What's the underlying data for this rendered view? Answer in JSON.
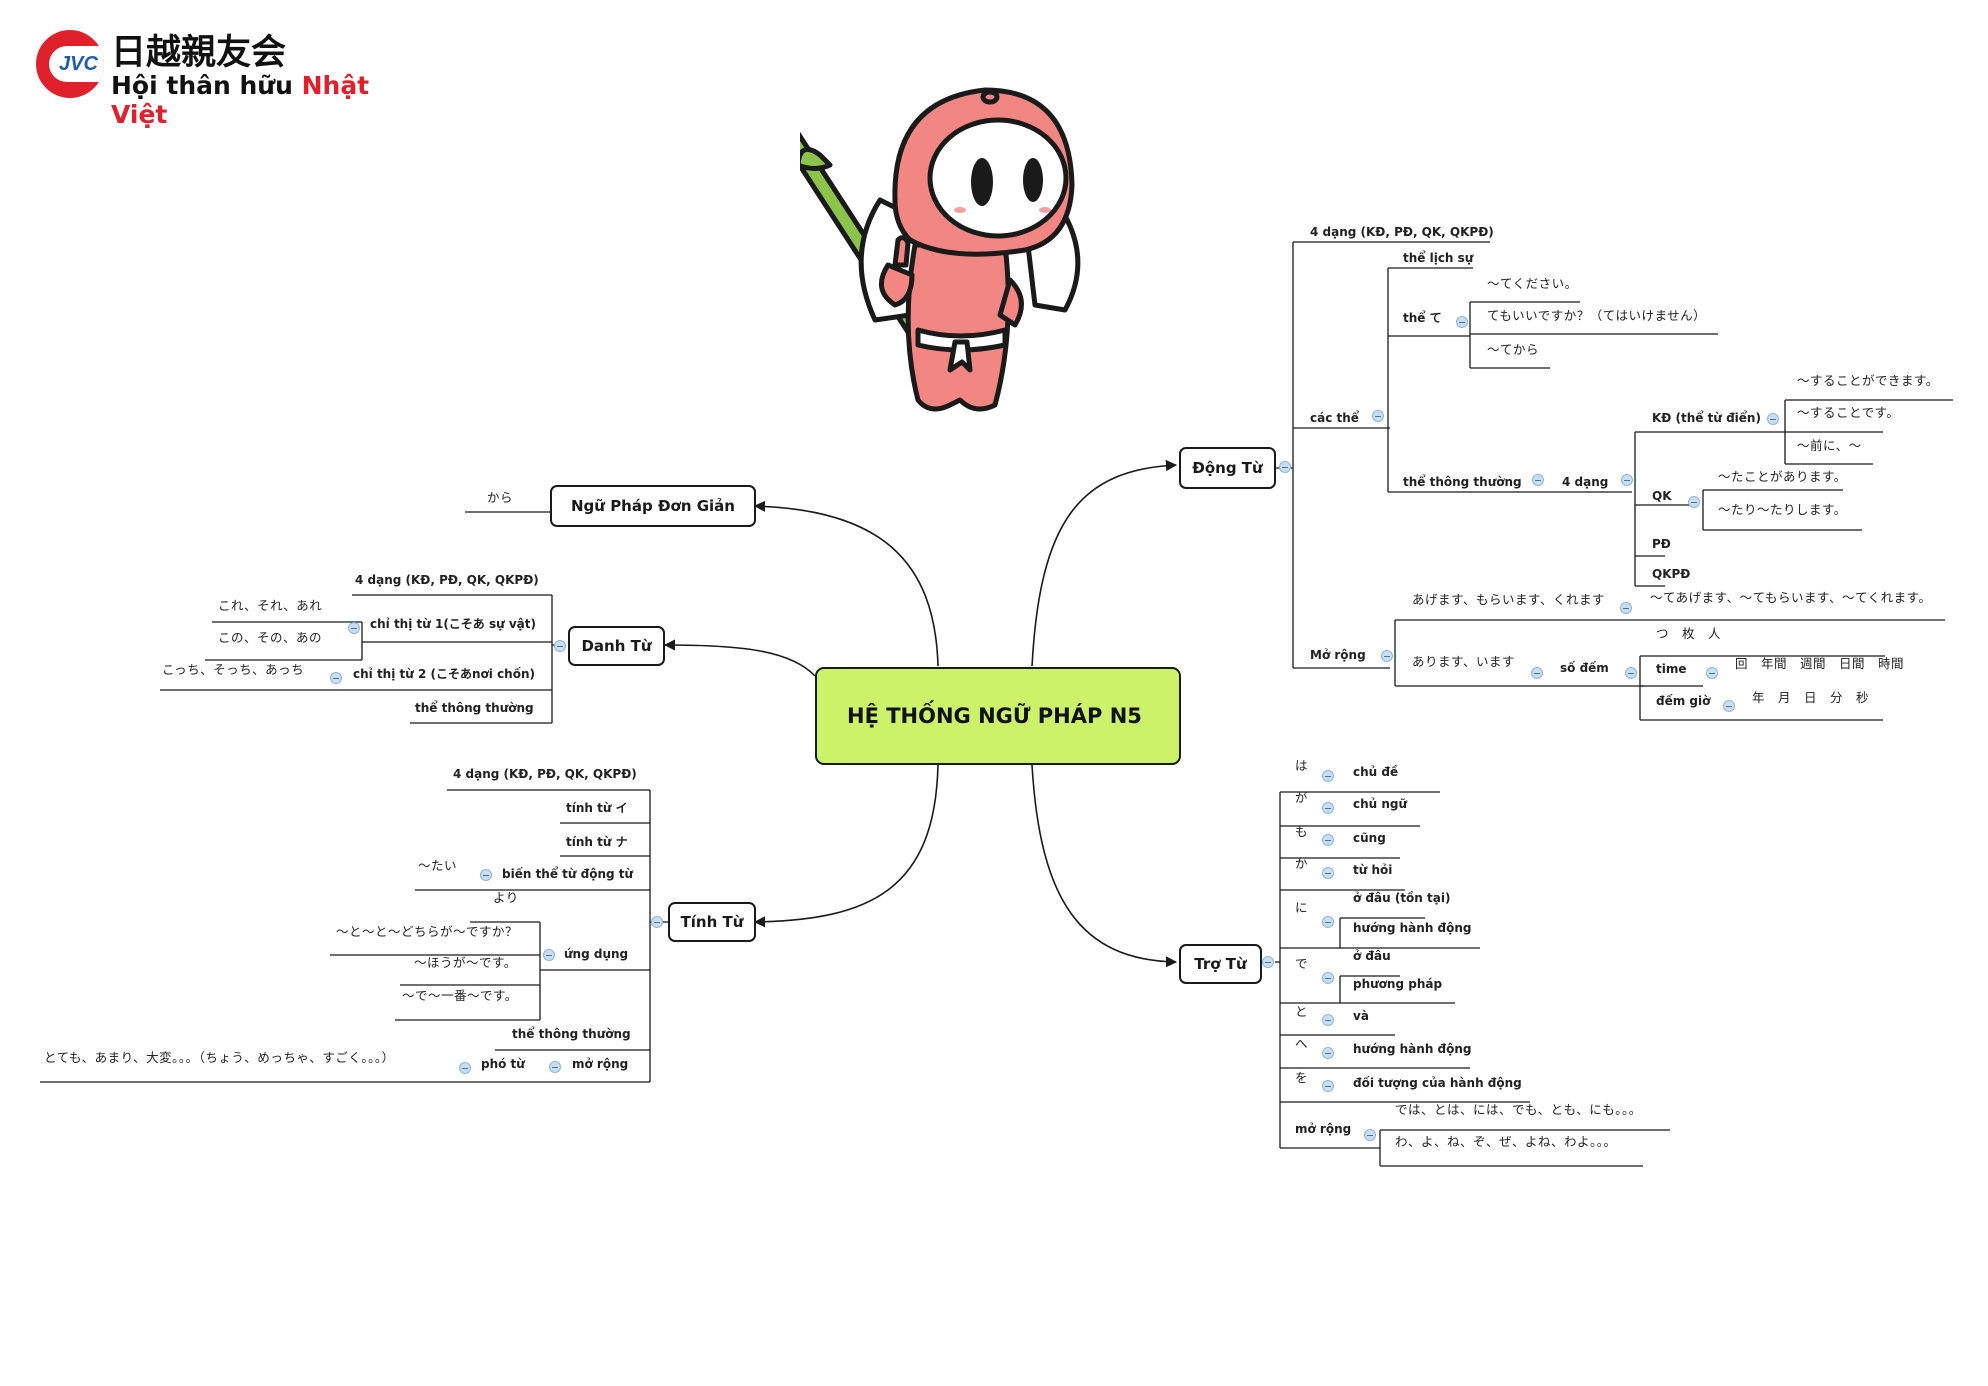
{
  "logo": {
    "mark_text": "JVC",
    "kanji": "日越親友会",
    "viet_part1": "Hội thân hữu ",
    "viet_part2": "Nhật Việt",
    "brand_red": "#e0202a",
    "brand_blue": "#1d5bb5"
  },
  "mascot": {
    "icon": "ninja-mascot-icon"
  },
  "central": {
    "title": "HỆ THỐNG NGỮ PHÁP N5",
    "color": "#ccf26a"
  },
  "branches": {
    "dong_tu": {
      "title": "Động Từ",
      "four_forms": "4 dạng (KĐ, PĐ, QK, QKPĐ)",
      "cac_the": "các thể",
      "the_lich_su": "thể lịch sự",
      "the_te": "thể て",
      "te_kudasai": "～てください。",
      "te_ii": "てもいいですか？（てはいけません）",
      "te_kara": "～てから",
      "the_thong_thuong": "thể thông thường",
      "bon_dang": "4 dạng",
      "kd": "KĐ (thể từ điển)",
      "kd_1": "～することができます。",
      "kd_2": "～することです。",
      "kd_3": "～前に、～",
      "qk": "QK",
      "qk_1": "～たことがあります。",
      "qk_2": "～たり～たりします。",
      "pd": "PĐ",
      "qkpd": "QKPĐ",
      "mo_rong": "Mở rộng",
      "ageru": "あげます、もらいます、くれます",
      "te_ageru": "～てあげます、～てもらいます、～てくれます。",
      "counters": "つ　枚　人",
      "arimasu": "あります、います",
      "so_dem": "số đếm",
      "time": "time",
      "time_units": "回　年間　週間　日間　時間",
      "dem_gio": "đếm giờ",
      "clock_units": "年　月　日　分　秒"
    },
    "tro_tu": {
      "title": "Trợ Từ",
      "items": [
        {
          "p": "は",
          "m": "chủ đề"
        },
        {
          "p": "が",
          "m": "chủ ngữ"
        },
        {
          "p": "も",
          "m": "cũng"
        },
        {
          "p": "か",
          "m": "từ hỏi"
        },
        {
          "p": "に",
          "m1": "ở đâu (tồn tại)",
          "m2": "hướng hành động"
        },
        {
          "p": "で",
          "m1": "ở đâu",
          "m2": "phương pháp"
        },
        {
          "p": "と",
          "m": "và"
        },
        {
          "p": "へ",
          "m": "hướng hành động"
        },
        {
          "p": "を",
          "m": "đối tượng của hành động"
        }
      ],
      "mo_rong": "mở rộng",
      "ext_1": "では、とは、には、でも、とも、にも。。。",
      "ext_2": "わ、よ、ね、ぞ、ぜ、よね、わよ。。。"
    },
    "ngu_phap": {
      "title": "Ngữ Pháp Đơn Giản",
      "kara": "から"
    },
    "danh_tu": {
      "title": "Danh Từ",
      "four_forms": "4 dạng (KĐ, PĐ, QK, QKPĐ)",
      "chi_thi_1": "chỉ thị từ 1(こそあ sự vật)",
      "kore": "これ、それ、あれ",
      "kono": "この、その、あの",
      "chi_thi_2": "chỉ thị từ 2 (こそあnơi chốn)",
      "kocchi": "こっち、そっち、あっち",
      "the_thong_thuong": "thể thông thường"
    },
    "tinh_tu": {
      "title": "Tính Từ",
      "four_forms": "4 dạng (KĐ, PĐ, QK, QKPĐ)",
      "i_adj": "tính từ イ",
      "na_adj": "tính từ ナ",
      "bien_the": "biến thể từ động từ",
      "tai": "～たい",
      "ung_dung": "ứng dụng",
      "yori": "より",
      "dochira": "～と～と～どちらが～ですか？",
      "hou": "～ほうが～です。",
      "ichiban": "～で～一番～です。",
      "the_thong_thuong": "thể thông thường",
      "mo_rong": "mở rộng",
      "pho_tu": "phó từ",
      "totemo": "とても、あまり、大変。。。（ちょう、めっちゃ、すごく。。。）"
    }
  }
}
